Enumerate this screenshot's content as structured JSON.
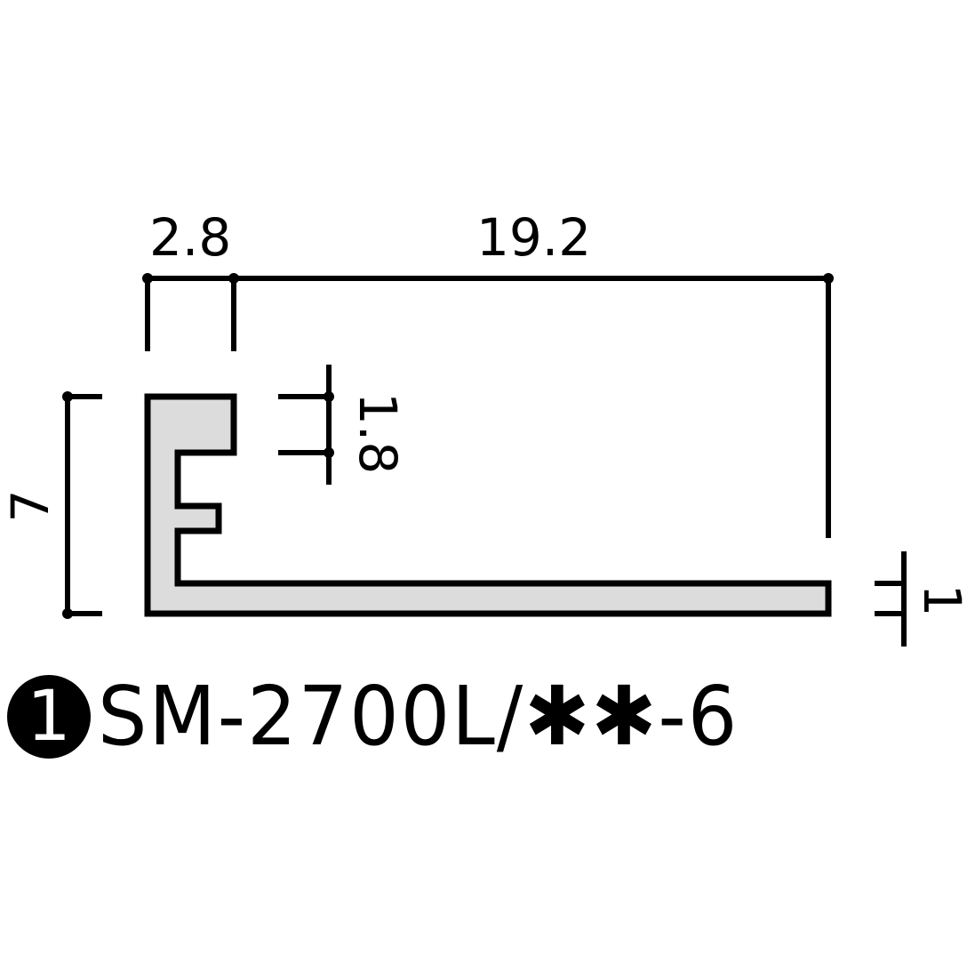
{
  "diagram": {
    "type": "profile-cross-section",
    "colors": {
      "stroke": "#000000",
      "fill": "#dcdcdc",
      "background": "#ffffff"
    },
    "dimensions": {
      "top_left": "2.8",
      "top_right": "19.2",
      "left_height": "7",
      "slot_height": "1.8",
      "base_thickness": "1"
    },
    "caption": {
      "badge_number": "1",
      "product_code": "SM-2700L/✱✱-6"
    }
  }
}
